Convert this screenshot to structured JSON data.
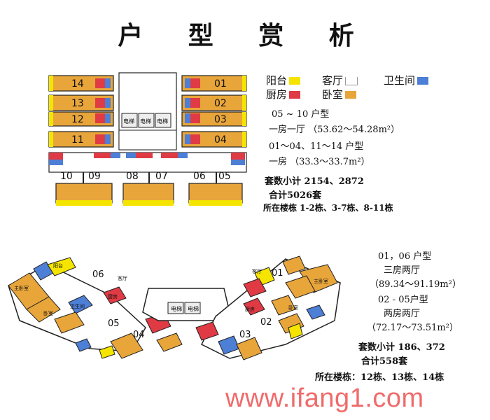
{
  "title": "户 型 赏 析",
  "legend": {
    "balcony": {
      "label": "阳台",
      "color": "#f5e400"
    },
    "living": {
      "label": "客厅",
      "color": "#ffffff"
    },
    "bath": {
      "label": "卫生间",
      "color": "#4d7fd6"
    },
    "kitchen": {
      "label": "厨房",
      "color": "#e03a44"
    },
    "bedroom": {
      "label": "卧室",
      "color": "#e8a53a"
    }
  },
  "upper": {
    "type1_name": "05 ~ 10 户型",
    "type1_desc": "一房一厅  （53.62～54.28m²）",
    "type2_name": "01～04、11～14 户型",
    "type2_desc": "一房  （33.3～33.7m²）",
    "subtotal": "套数小计 2154、2872",
    "total": "合计5026套",
    "buildings": "所在楼栋 1-2栋、3-7栋、8-11栋",
    "unit_labels": [
      "14",
      "13",
      "12",
      "11",
      "01",
      "02",
      "03",
      "04",
      "10",
      "09",
      "08",
      "07",
      "06",
      "05"
    ],
    "elevator_label": "电梯"
  },
  "lower": {
    "type1_name": "01，06 户型",
    "type1_rooms": "三房两厅",
    "type1_area": "（89.34～91.19m²）",
    "type2_name": "02 - 05户型",
    "type2_rooms": "两房两厅",
    "type2_area": "（72.17～73.51m²）",
    "subtotal": "套数小计 186、372",
    "total": "合计558套",
    "buildings": "所在楼栋：12栋、13栋、14栋",
    "unit_labels": [
      "06",
      "05",
      "04",
      "01",
      "02",
      "03"
    ],
    "elevator_label": "电梯",
    "room_labels": {
      "master": "主卧室",
      "bedroom": "卧室",
      "living": "客厅",
      "kitchen": "厨房",
      "bath": "卫生间",
      "balcony": "阳台"
    }
  },
  "watermark": "www.ifang1.com"
}
